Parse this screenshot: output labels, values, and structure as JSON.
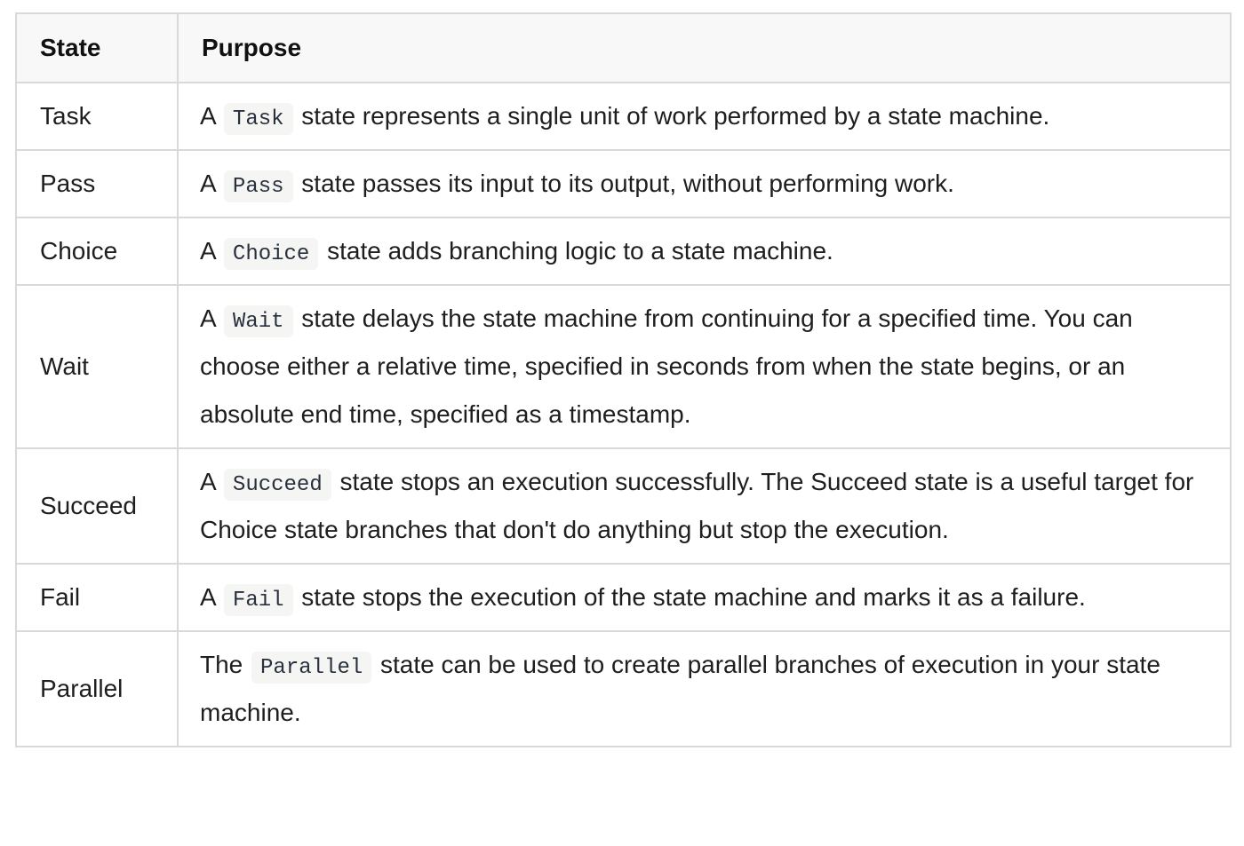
{
  "table": {
    "columns": [
      {
        "label": "State"
      },
      {
        "label": "Purpose"
      }
    ],
    "rows": [
      {
        "state": "Task",
        "purpose": [
          {
            "t": "text",
            "v": "A "
          },
          {
            "t": "code",
            "v": "Task"
          },
          {
            "t": "text",
            "v": " state represents a single unit of work performed by a state machine."
          }
        ]
      },
      {
        "state": "Pass",
        "purpose": [
          {
            "t": "text",
            "v": "A "
          },
          {
            "t": "code",
            "v": "Pass"
          },
          {
            "t": "text",
            "v": " state passes its input to its output, without performing work."
          }
        ]
      },
      {
        "state": "Choice",
        "purpose": [
          {
            "t": "text",
            "v": "A "
          },
          {
            "t": "code",
            "v": "Choice"
          },
          {
            "t": "text",
            "v": " state adds branching logic to a state machine."
          }
        ]
      },
      {
        "state": "Wait",
        "purpose": [
          {
            "t": "text",
            "v": "A "
          },
          {
            "t": "code",
            "v": "Wait"
          },
          {
            "t": "text",
            "v": " state delays the state machine from continuing for a specified time. You can choose either a relative time, specified in seconds from when the state begins, or an absolute end time, specified as a timestamp."
          }
        ]
      },
      {
        "state": "Succeed",
        "purpose": [
          {
            "t": "text",
            "v": "A "
          },
          {
            "t": "code",
            "v": "Succeed"
          },
          {
            "t": "text",
            "v": " state stops an execution successfully. The Succeed state is a useful target for Choice state branches that don't do anything but stop the execution."
          }
        ]
      },
      {
        "state": "Fail",
        "purpose": [
          {
            "t": "text",
            "v": "A "
          },
          {
            "t": "code",
            "v": "Fail"
          },
          {
            "t": "text",
            "v": " state stops the execution of the state machine and marks it as a failure."
          }
        ]
      },
      {
        "state": "Parallel",
        "purpose": [
          {
            "t": "text",
            "v": "The "
          },
          {
            "t": "code",
            "v": "Parallel"
          },
          {
            "t": "text",
            "v": " state can be used to create parallel branches of execution in your state machine."
          }
        ]
      }
    ]
  },
  "colors": {
    "header_background": "#f8f8f8",
    "border": "#d9d9d9",
    "body_text": "#1e1e1e",
    "code_text": "#29303d",
    "code_background": "#f5f5f4"
  }
}
